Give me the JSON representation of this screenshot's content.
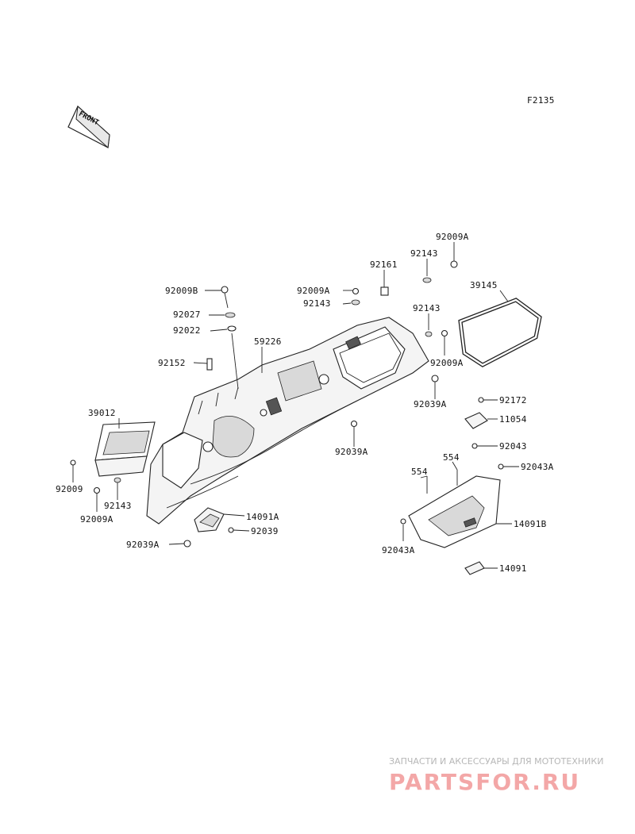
{
  "diagram_code": "F2135",
  "front_label": "FRONT",
  "labels": {
    "l92009A_top": "92009A",
    "l92143_top": "92143",
    "l92161": "92161",
    "l39145": "39145",
    "l92009B": "92009B",
    "l92009A_mid": "92009A",
    "l92143_mid": "92143",
    "l92027": "92027",
    "l92022": "92022",
    "l92143_right": "92143",
    "l59226": "59226",
    "l92009A_right": "92009A",
    "l92152": "92152",
    "l92039A_right": "92039A",
    "l39012": "39012",
    "l92172": "92172",
    "l11054": "11054",
    "l92043": "92043",
    "l92039A_center": "92039A",
    "l554_a": "554",
    "l92043A_right": "92043A",
    "l554_b": "554",
    "l92009": "92009",
    "l92143_left": "92143",
    "l92009A_left": "92009A",
    "l14091A": "14091A",
    "l92039": "92039",
    "l14091B": "14091B",
    "l92039A_left": "92039A",
    "l92043A_left": "92043A",
    "l14091": "14091"
  },
  "watermark": {
    "tagline": "ЗАПЧАСТИ И АКСЕССУАРЫ ДЛЯ МОТОТЕХНИКИ",
    "brand": "PARTSFOR.RU"
  }
}
